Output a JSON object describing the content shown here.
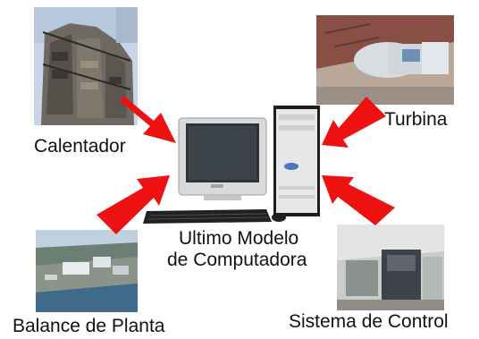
{
  "nodes": {
    "calentador": {
      "label": "Calentador",
      "icon": "industrial-heater-photo"
    },
    "turbina": {
      "label": "Turbina",
      "icon": "turbine-hall-photo"
    },
    "balance": {
      "label": "Balance de Planta",
      "icon": "power-plant-aerial-photo"
    },
    "control": {
      "label": "Sistema de Control",
      "icon": "control-room-photo"
    },
    "center": {
      "label_line1": "Ultimo Modelo",
      "label_line2": "de Computadora",
      "icon": "desktop-computer"
    }
  },
  "arrow_color": "#ee1111"
}
